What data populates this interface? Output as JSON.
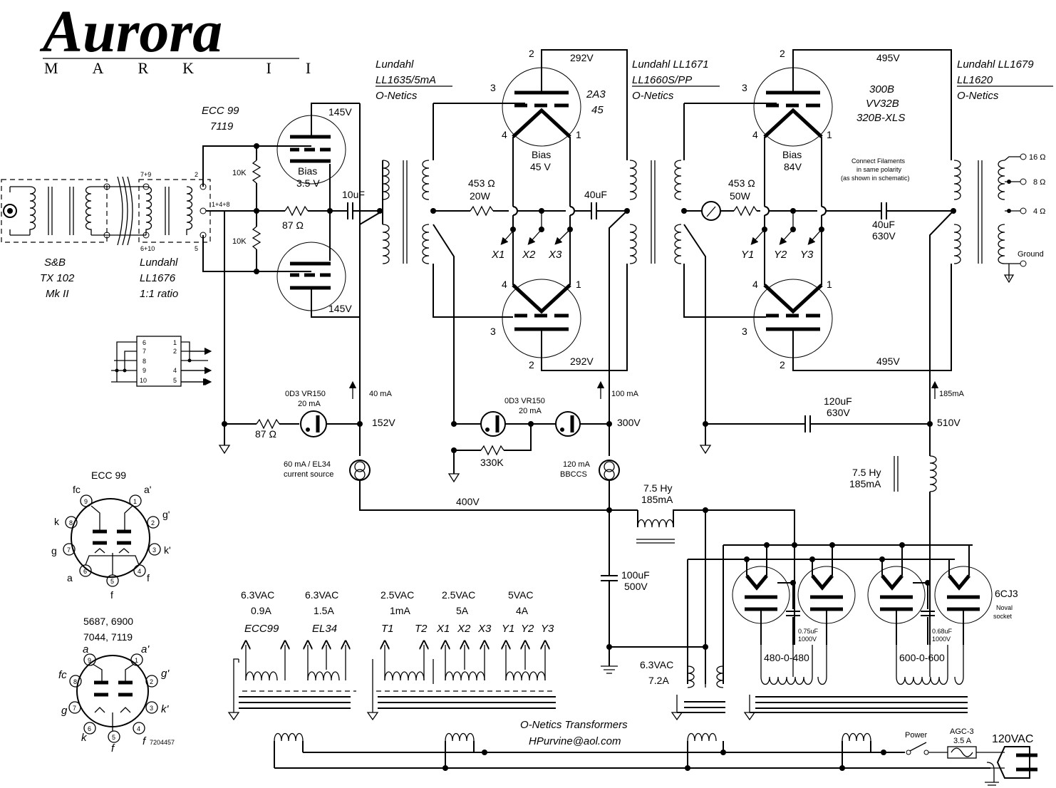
{
  "title": "Aurora",
  "subtitle": "MARK II",
  "labels": {
    "input_xfmr": "S&B",
    "input_xfmr_model": "TX 102",
    "input_xfmr_mk": "Mk II",
    "lundahl_input": "Lundahl",
    "lundahl_input_model": "LL1676",
    "lundahl_input_ratio": "1:1 ratio",
    "pin_79": "7+9",
    "pin_610": "6+10",
    "pin_148": "1+4+8",
    "pin_2": "2",
    "pin_5": "5",
    "tube1": "ECC 99",
    "tube1_alt": "7119",
    "r_10k_a": "10K",
    "r_10k_b": "10K",
    "r_87": "87 Ω",
    "bias1_label": "Bias",
    "bias1_value": "3.5 V",
    "v145_top": "145V",
    "v145_bot": "145V",
    "cap10": "10uF",
    "it1_a": "Lundahl",
    "it1_b": "LL1635/5mA",
    "it1_c": "O-Netics",
    "t2a3_v": "292V",
    "t2a3_v_bot": "292V",
    "t2a3_name": "2A3",
    "t2a3_alt": "45",
    "bias2_label": "Bias",
    "bias2_value": "45 V",
    "r453a": "453 Ω",
    "r453a_w": "20W",
    "cap40a": "40uF",
    "x1": "X1",
    "x2": "X2",
    "x3": "X3",
    "it2_a": "Lundahl LL1671",
    "it2_b": "LL1660S/PP",
    "it2_c": "O-Netics",
    "t300_v": "495V",
    "t300_v_bot": "495V",
    "t300_a": "300B",
    "t300_b": "VV32B",
    "t300_c": "320B-XLS",
    "bias3_label": "Bias",
    "bias3_value": "84V",
    "r453b": "453 Ω",
    "r453b_w": "50W",
    "cap40b": "40uF",
    "cap40b_v": "630V",
    "fil_note_1": "Connect Filaments",
    "fil_note_2": "in same polarity",
    "fil_note_3": "(as shown in schematic)",
    "y1": "Y1",
    "y2": "Y2",
    "y3": "Y3",
    "ot_a": "Lundahl LL1679",
    "ot_b": "LL1620",
    "ot_c": "O-Netics",
    "out16": "16 Ω",
    "out8": "8 Ω",
    "out4": "4 Ω",
    "ground": "Ground",
    "vr1_a": "0D3 VR150",
    "vr1_b": "20 mA",
    "i40": "40 mA",
    "v152": "152V",
    "r87b": "87 Ω",
    "cs1_a": "60 mA / EL34",
    "cs1_b": "current source",
    "vr2_a": "0D3 VR150",
    "vr2_b": "20 mA",
    "r330k": "330K",
    "i100": "100 mA",
    "v300": "300V",
    "cs2_a": "120 mA",
    "cs2_b": "BBCCS",
    "v400": "400V",
    "choke1_a": "7.5 Hy",
    "choke1_b": "185mA",
    "cap120": "120uF",
    "cap120_v": "630V",
    "i185": "185mA",
    "v510": "510V",
    "choke2_a": "7.5 Hy",
    "choke2_b": "185mA",
    "cap100": "100uF",
    "cap100_v": "500V",
    "rect": "6CJ3",
    "rect_note_a": "Noval",
    "rect_note_b": "socket",
    "cap075": "0.75uF",
    "cap075_v": "1000V",
    "cap068": "0.68uF",
    "cap068_v": "1000V",
    "hv1": "480-0-480",
    "hv2": "600-0-600",
    "fil63": "6.3VAC",
    "fil63_a": "7.2A",
    "credit1": "O-Netics Transformers",
    "credit2": "HPurvine@aol.com",
    "power": "Power",
    "fuse_a": "AGC-3",
    "fuse_b": "3.5 A",
    "mains": "120VAC",
    "ecc99_title": "ECC 99",
    "base2_a": "5687, 6900",
    "base2_b": "7044, 7119",
    "base2_code": "7204457",
    "pin_labels": {
      "fc": "fc",
      "a1": "a'",
      "k": "k",
      "g1": "g'",
      "g": "g",
      "k1": "k'",
      "a": "a",
      "f1": "f",
      "f": "f"
    },
    "socket_pins": {
      "p1": "1",
      "p2": "2",
      "p3": "3",
      "p4": "4",
      "p5": "5",
      "p6": "6",
      "p7": "7",
      "p8": "8",
      "p9": "9"
    },
    "tube_pins": {
      "p1": "1",
      "p2": "2",
      "p3": "3",
      "p4": "4"
    },
    "switch_pins": [
      [
        "6",
        "7",
        "8",
        "9",
        "10"
      ],
      [
        "1",
        "2",
        "4",
        "5"
      ]
    ],
    "heaters": [
      {
        "v": "6.3VAC",
        "a": "0.9A",
        "use": "ECC99"
      },
      {
        "v": "6.3VAC",
        "a": "1.5A",
        "use": "EL34"
      },
      {
        "v": "2.5VAC",
        "a": "1mA",
        "use_a": "T1",
        "use_b": "T2"
      },
      {
        "v": "2.5VAC",
        "a": "5A",
        "use_a": "X1",
        "use_b": "X2",
        "use_c": "X3"
      },
      {
        "v": "5VAC",
        "a": "4A",
        "use_a": "Y1",
        "use_b": "Y2",
        "use_c": "Y3"
      }
    ]
  }
}
